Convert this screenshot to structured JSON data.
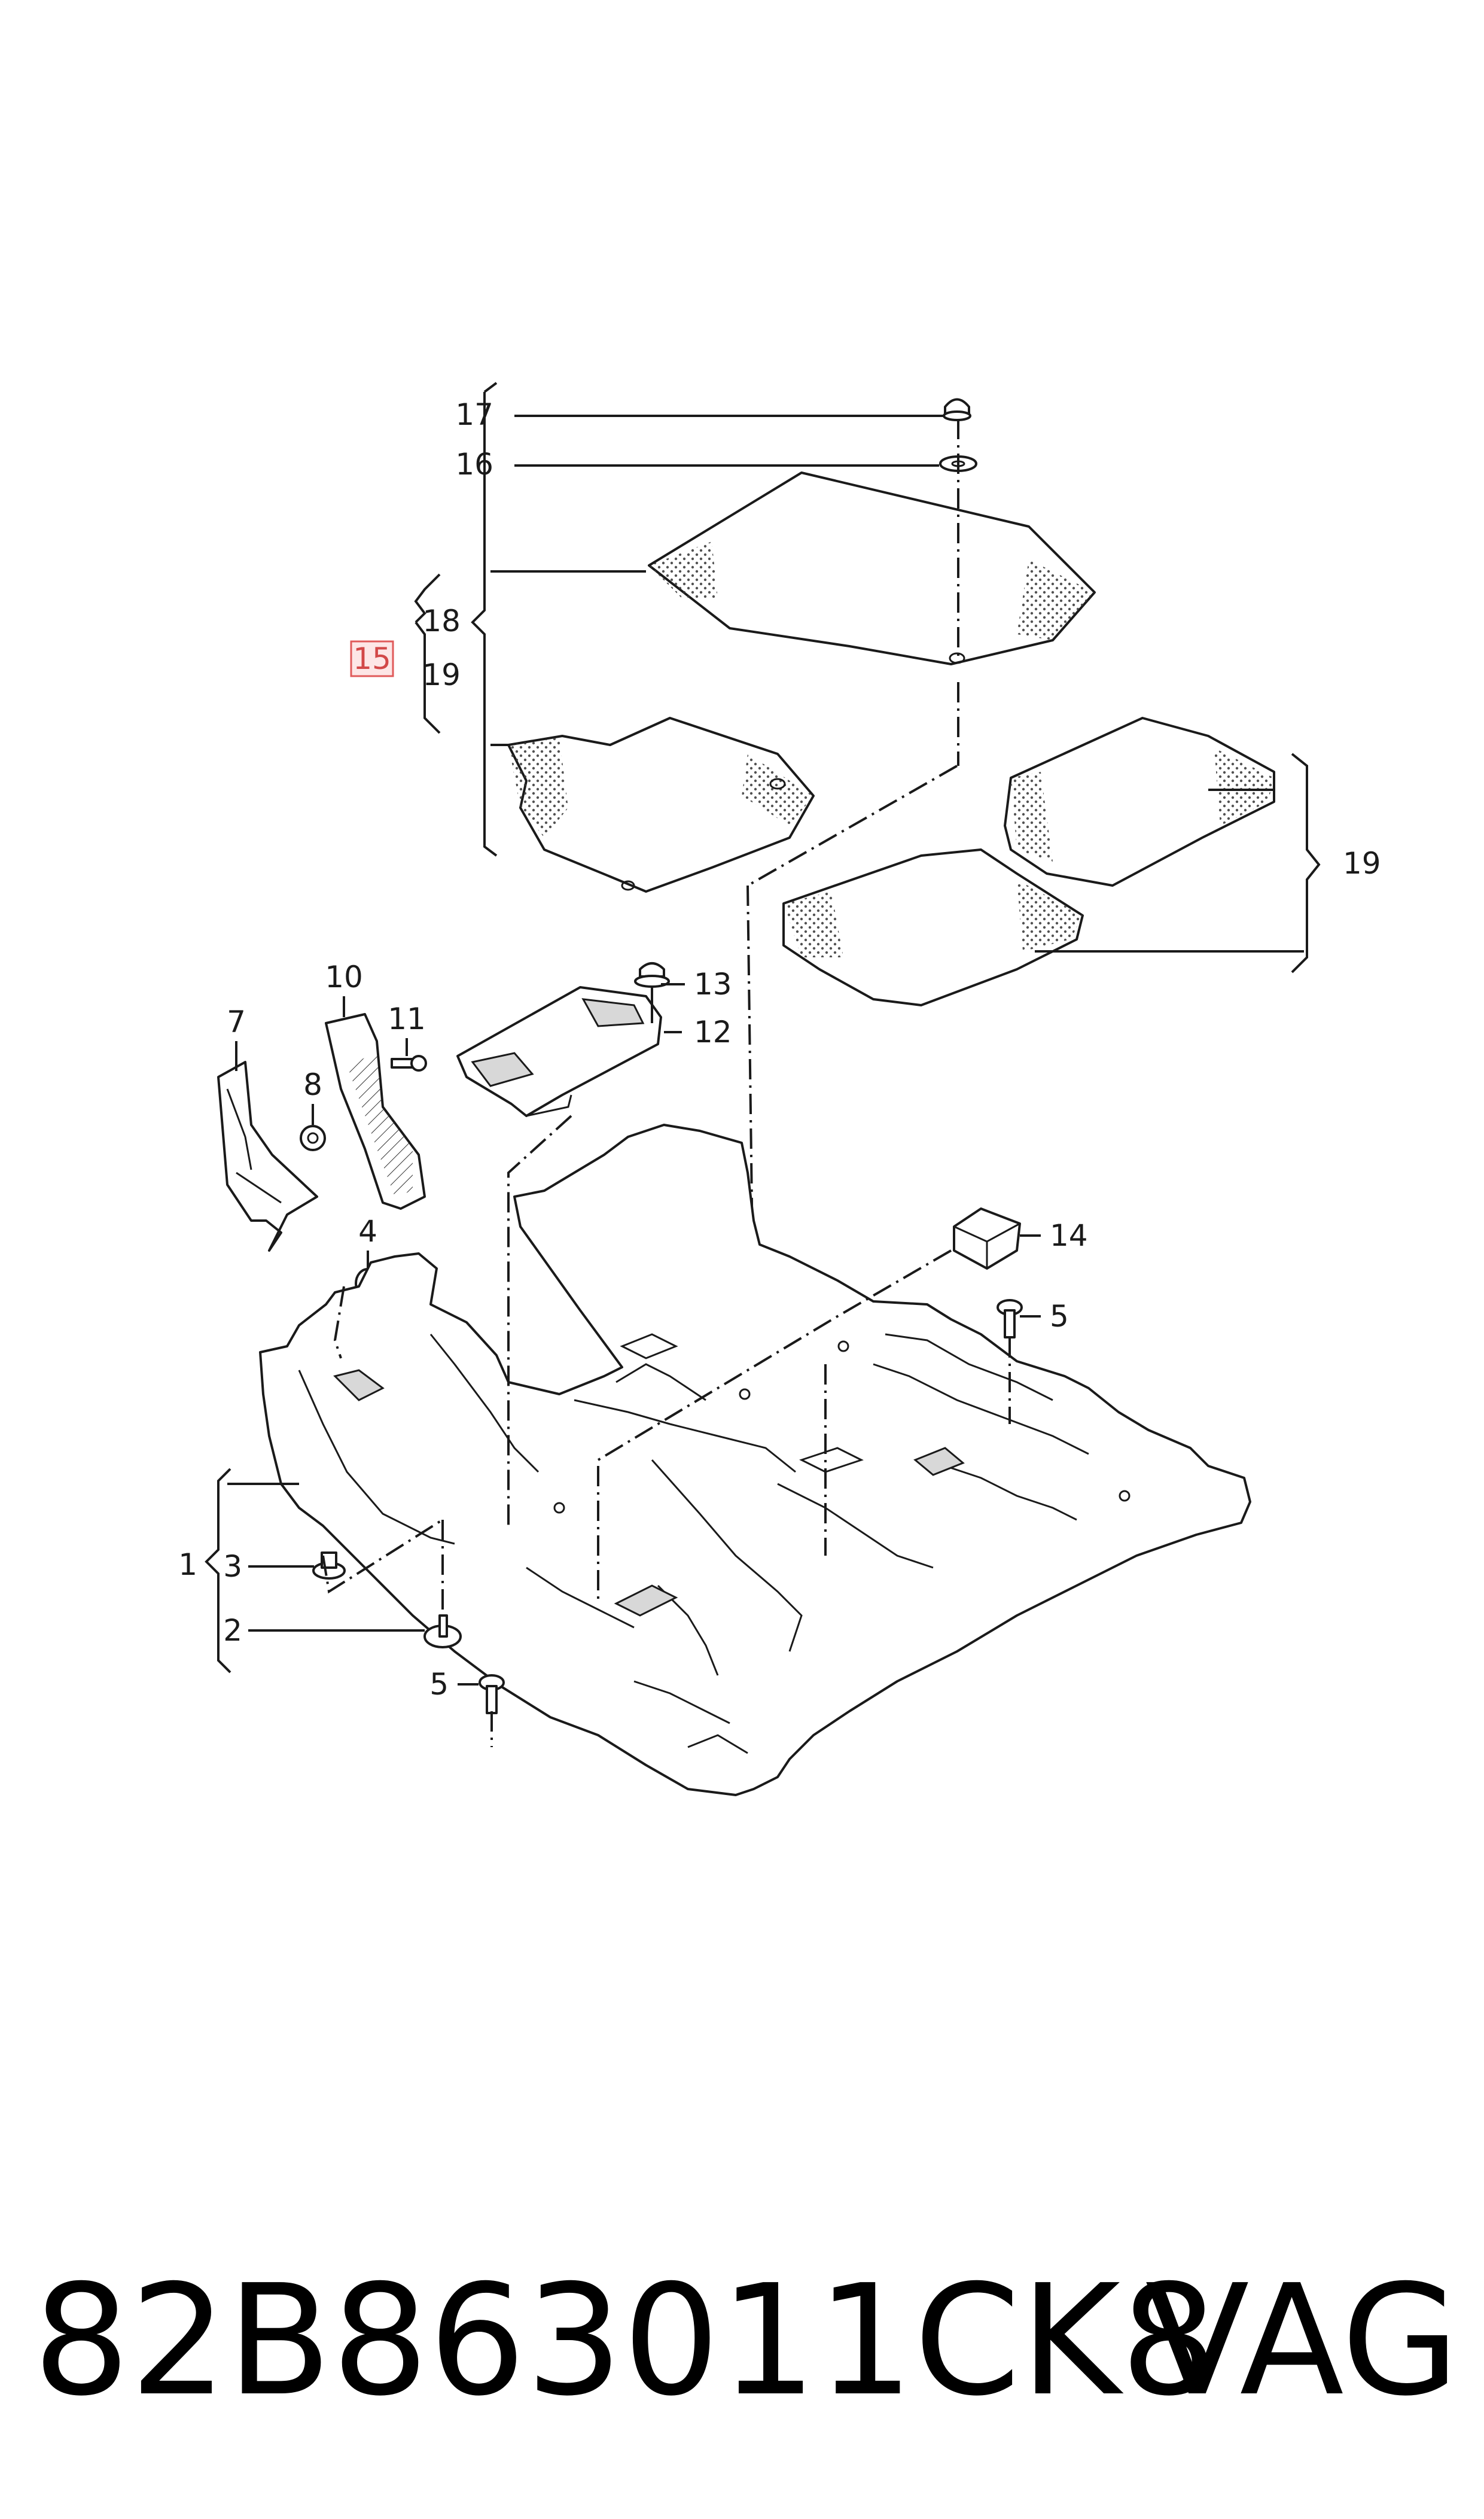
{
  "callouts": {
    "c1": "1",
    "c2": "2",
    "c3": "3",
    "c4": "4",
    "c5a": "5",
    "c5b": "5",
    "c7": "7",
    "c8": "8",
    "c10": "10",
    "c11": "11",
    "c12": "12",
    "c13": "13",
    "c14": "14",
    "c15": "15",
    "c16": "16",
    "c17": "17",
    "c18": "18",
    "c19a": "19",
    "c19b": "19"
  },
  "highlight_color": "#e05a5a",
  "footer": {
    "part_number": "82B863011CK8",
    "brand": "VAG"
  }
}
